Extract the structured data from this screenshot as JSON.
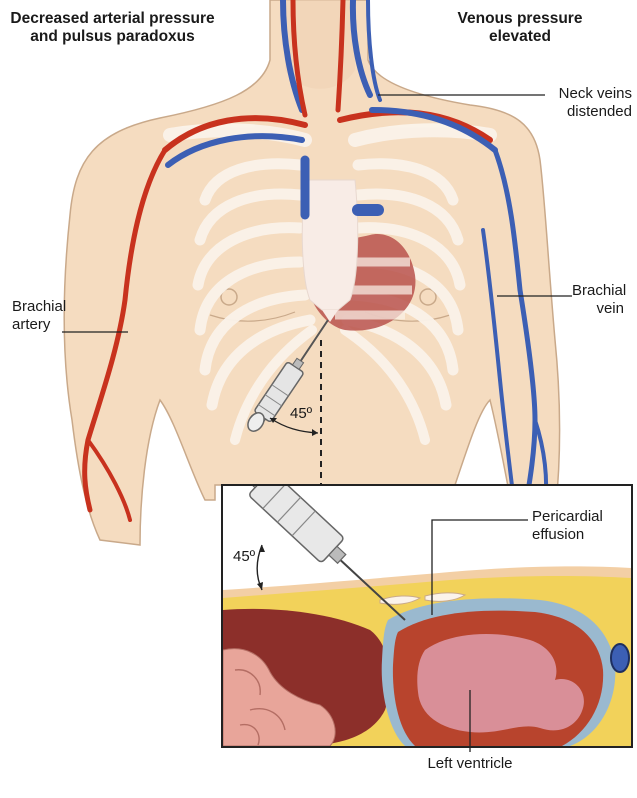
{
  "labels": {
    "arterial": "Decreased arterial pressure and pulsus paradoxus",
    "venous": "Venous pressure elevated",
    "neck_veins": "Neck veins distended",
    "brachial_artery": "Brachial artery",
    "brachial_vein": "Brachial vein",
    "angle_body": "45º",
    "pericardial_effusion": "Pericardial effusion",
    "angle_inset": "45º",
    "left_ventricle": "Left ventricle"
  },
  "colors": {
    "skin": "#f5dcc0",
    "skin_outline": "#c9a98a",
    "artery": "#c8321e",
    "vein": "#3c5fb4",
    "bone": "#fbf3ea",
    "heart": "#b9524c",
    "heart_muscle": "#b8442d",
    "ventricle_cavity": "#d98f98",
    "fat": "#f2d25a",
    "liver": "#8c2f2a",
    "bowel": "#e8a59a",
    "effusion": "#9ab9cf"
  }
}
